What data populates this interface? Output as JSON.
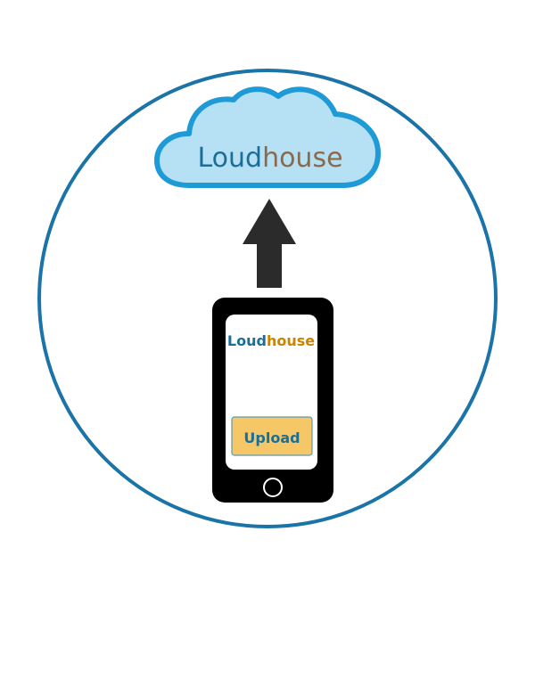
{
  "cloud": {
    "brand_part1": "Loud",
    "brand_part2": "house"
  },
  "phone": {
    "brand_part1": "Loud",
    "brand_part2": "house",
    "upload_label": "Upload"
  },
  "colors": {
    "circle_stroke": "#1a74a8",
    "cloud_fill": "#b6e0f4",
    "cloud_stroke": "#1e9ad6",
    "brand_blue": "#1c6e96",
    "brand_brown_cloud": "#8a6a4e",
    "brand_orange_phone": "#c98400",
    "arrow_fill": "#2b2b2b",
    "phone_body": "#000000",
    "phone_screen": "#ffffff",
    "upload_fill": "#f6c766",
    "upload_stroke": "#5a9bb5",
    "upload_text": "#1a6f9a"
  }
}
